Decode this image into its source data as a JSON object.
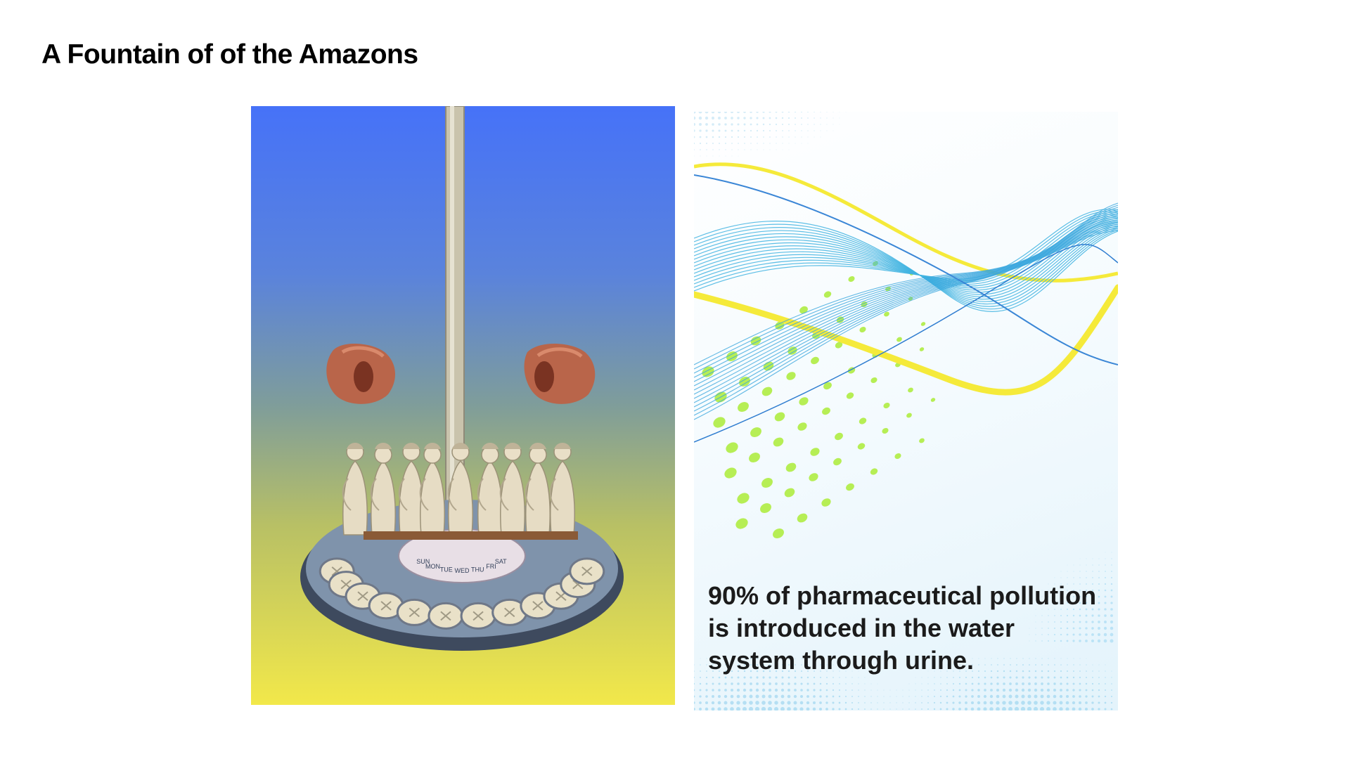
{
  "slide": {
    "title": "A Fountain of of the Amazons"
  },
  "artwork": {
    "dial_days": [
      "SUN",
      "MON",
      "TUE",
      "WED",
      "THU",
      "FRI",
      "SAT"
    ]
  },
  "info_panel": {
    "caption": "90% of pharmaceutical pollution is introduced in the water system through urine."
  },
  "colors": {
    "gradient_top": "#4672f8",
    "gradient_bottom": "#f2e84a",
    "wave_blue": "#3fb3e0",
    "wave_yellow": "#f5ea3a",
    "dots_green": "#b6ee55"
  }
}
